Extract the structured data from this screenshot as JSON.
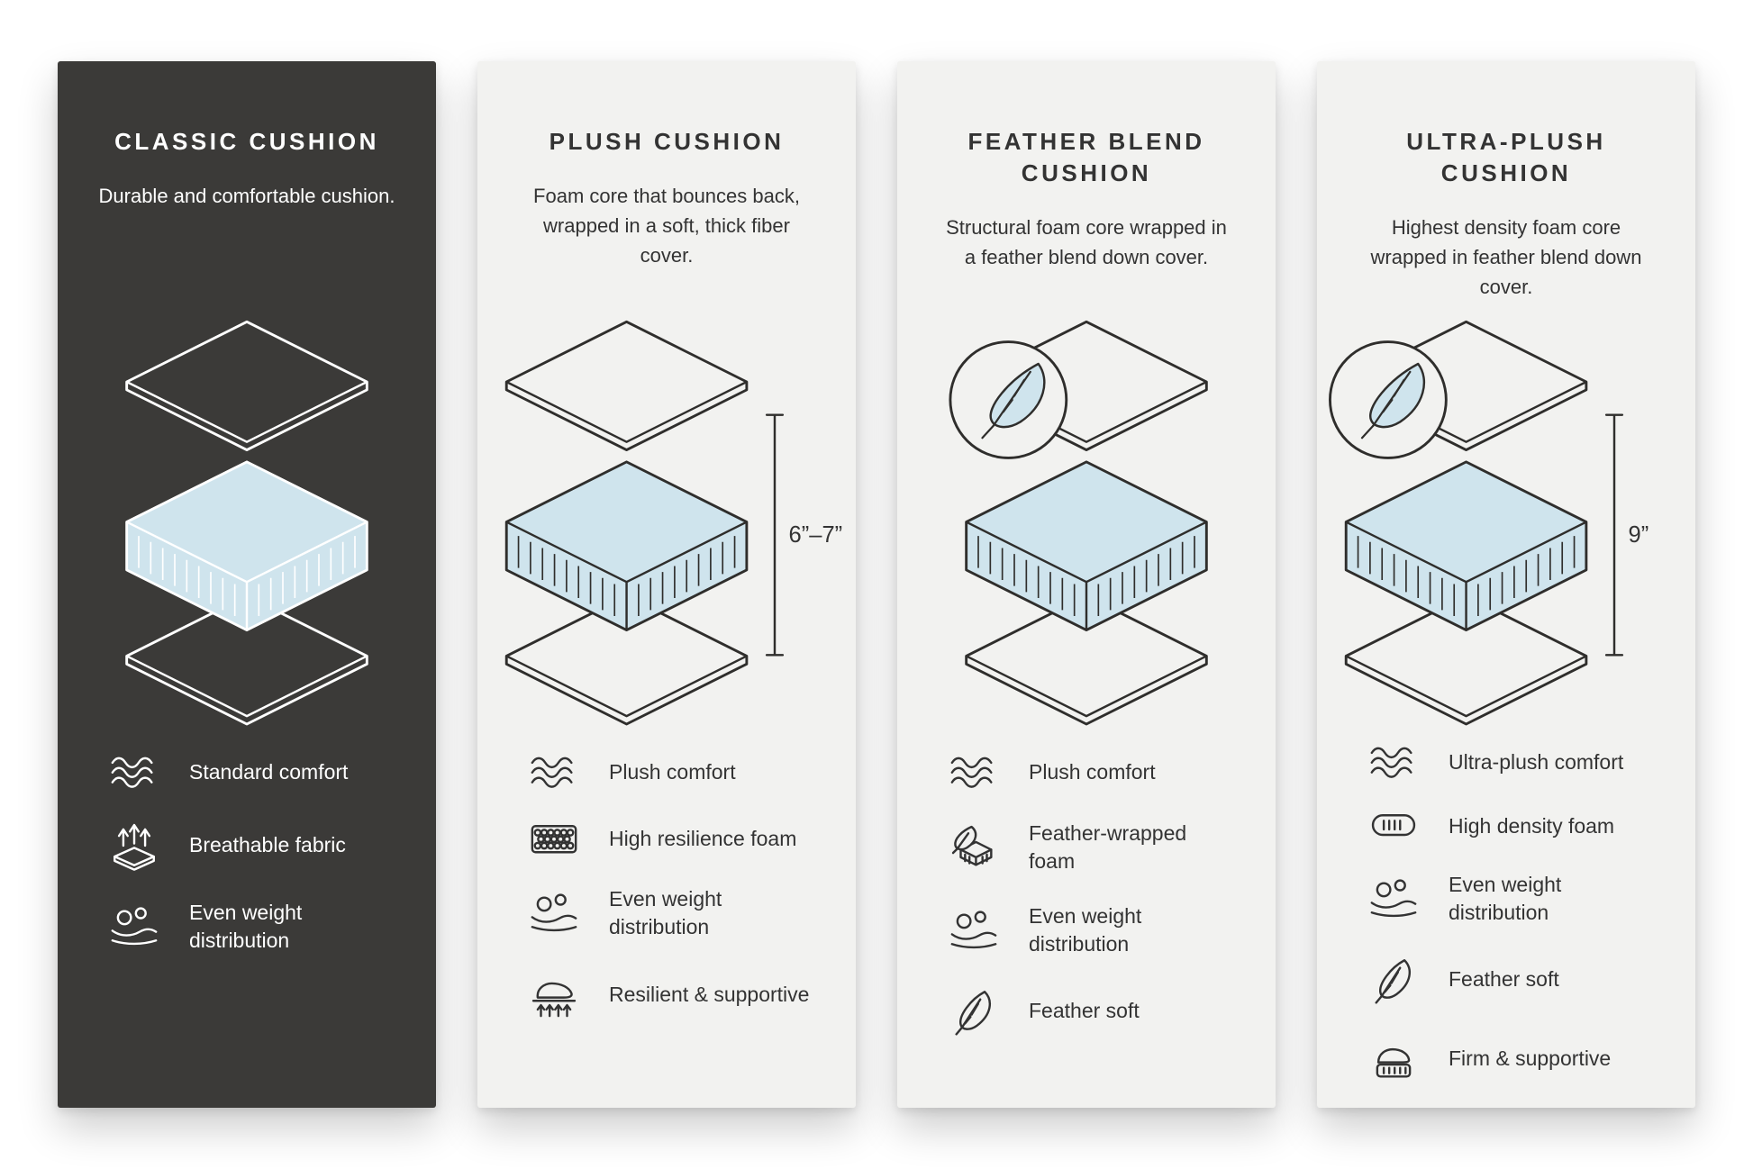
{
  "colors": {
    "dark_panel": "#3b3a38",
    "light_panel": "#f2f2f0",
    "foam_blue": "#cfe4ed",
    "line_dark": "#2f2e2c",
    "text_dark": "#333333",
    "text_light": "#ffffff"
  },
  "cards": [
    {
      "id": "classic",
      "title": "CLASSIC CUSHION",
      "description": "Durable and comfortable cushion.",
      "has_feather_badge": false,
      "measurement": null,
      "features": [
        {
          "icon": "waves-icon",
          "label": "Standard comfort"
        },
        {
          "icon": "breathable-fabric-icon",
          "label": "Breathable fabric"
        },
        {
          "icon": "weight-distribution-icon",
          "label": "Even weight distribution"
        }
      ]
    },
    {
      "id": "plush",
      "title": "PLUSH CUSHION",
      "description": "Foam core that bounces back, wrapped in a soft, thick fiber cover.",
      "has_feather_badge": false,
      "measurement": "6”–7”",
      "features": [
        {
          "icon": "waves-icon",
          "label": "Plush comfort"
        },
        {
          "icon": "honeycomb-foam-icon",
          "label": "High resilience foam"
        },
        {
          "icon": "weight-distribution-icon",
          "label": "Even weight distribution"
        },
        {
          "icon": "resilient-supportive-icon",
          "label": "Resilient & supportive"
        }
      ]
    },
    {
      "id": "feather-blend",
      "title": "FEATHER BLEND CUSHION",
      "description": "Structural foam core wrapped in a feather blend down cover.",
      "has_feather_badge": true,
      "measurement": null,
      "features": [
        {
          "icon": "waves-icon",
          "label": "Plush comfort"
        },
        {
          "icon": "feather-wrapped-foam-icon",
          "label": "Feather-wrapped foam"
        },
        {
          "icon": "weight-distribution-icon",
          "label": "Even weight distribution"
        },
        {
          "icon": "feather-icon",
          "label": "Feather soft"
        }
      ]
    },
    {
      "id": "ultra-plush",
      "title": "ULTRA-PLUSH CUSHION",
      "description": "Highest density foam core wrapped in feather blend down cover.",
      "has_feather_badge": true,
      "measurement": "9”",
      "features": [
        {
          "icon": "waves-icon",
          "label": "Ultra-plush comfort"
        },
        {
          "icon": "high-density-foam-icon",
          "label": "High density foam"
        },
        {
          "icon": "weight-distribution-icon",
          "label": "Even weight distribution"
        },
        {
          "icon": "feather-icon",
          "label": "Feather soft"
        },
        {
          "icon": "firm-supportive-icon",
          "label": "Firm & supportive"
        }
      ]
    }
  ]
}
